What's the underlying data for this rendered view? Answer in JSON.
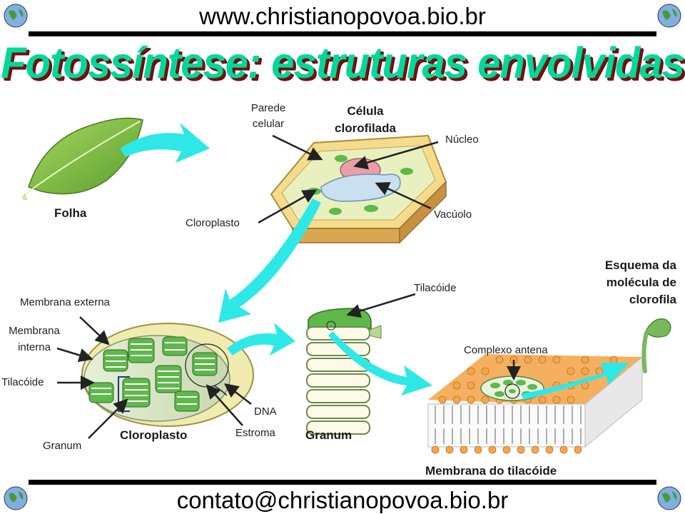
{
  "header": {
    "url": "www.christianopovoa.bio.br"
  },
  "footer": {
    "email": "contato@christianopovoa.bio.br"
  },
  "title": "Fotossíntese: estruturas envolvidas",
  "labels": {
    "folha": "Folha",
    "celula_l1": "Célula",
    "celula_l2": "clorofilada",
    "parede_l1": "Parede",
    "parede_l2": "celular",
    "nucleo": "Núcleo",
    "vacuolo": "Vacúolo",
    "cloroplasto_cell": "Cloroplasto",
    "membrana_externa": "Membrana externa",
    "membrana_interna_l1": "Membrana",
    "membrana_interna_l2": "interna",
    "tilacoide_left": "Tilacóide",
    "granum_left": "Granum",
    "cloroplasto_bold": "Cloroplasto",
    "estroma": "Estroma",
    "dna": "DNA",
    "granum_bold": "Granum",
    "tilacoide_top": "Tilacóide",
    "complexo_antena": "Complexo antena",
    "membrana_tilacoide": "Membrana do tilacóide",
    "esquema_l1": "Esquema da",
    "esquema_l2": "molécula de",
    "esquema_l3": "clorofila"
  },
  "colors": {
    "arrow": "#2ee8e8",
    "title": "#00d89a",
    "title_shadow": "#7a1010",
    "leaf": "#8cc63f",
    "cell_wall": "#f2d27a",
    "chloroplast": "#5fb84a",
    "membrane_head": "#f4a64a"
  }
}
